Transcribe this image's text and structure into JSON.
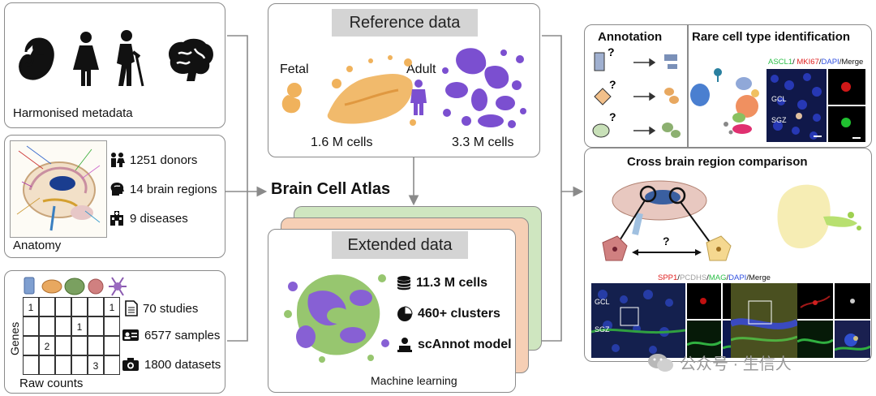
{
  "left": {
    "metadata_label": "Harmonised metadata",
    "anatomy_label": "Anatomy",
    "donors": "1251 donors",
    "regions": "14 brain regions",
    "diseases": "9 diseases",
    "raw_counts_label": "Raw counts",
    "genes_label": "Genes",
    "studies": "70 studies",
    "samples": "6577 samples",
    "datasets": "1800 datasets",
    "grid_numbers": [
      "1",
      "1",
      "1",
      "2",
      "3"
    ]
  },
  "center": {
    "reference_title": "Reference data",
    "fetal_label": "Fetal",
    "adult_label": "Adult",
    "fetal_cells": "1.6 M cells",
    "adult_cells": "3.3 M cells",
    "atlas_title": "Brain Cell Atlas",
    "extended_title": "Extended data",
    "cells_stat": "11.3 M cells",
    "clusters_stat": "460+ clusters",
    "model_stat": "scAnnot model",
    "ml_label": "Machine learning"
  },
  "right": {
    "annotation_title": "Annotation",
    "rare_title": "Rare cell type identification",
    "rare_legend": [
      "ASCL1",
      "/ ",
      "MKI67",
      "/",
      "DAPI",
      "/Merge"
    ],
    "gcl": "GCL",
    "sgz": "SGZ",
    "cross_title": "Cross brain region comparison",
    "question": "?",
    "cross_legend": [
      "SPP1",
      "/",
      "PCDHS",
      "/",
      "MAG",
      "/",
      "DAPI",
      "/Merge"
    ]
  },
  "watermark": "公众号 · 生信人",
  "colors": {
    "fetal_orange": "#f0b25c",
    "adult_purple": "#7b4fd0",
    "green_layer": "#cfe6c0",
    "peach_layer": "#f6cfb5",
    "header_gray": "#d4d4d4",
    "arrow_gray": "#8a8a8a"
  }
}
